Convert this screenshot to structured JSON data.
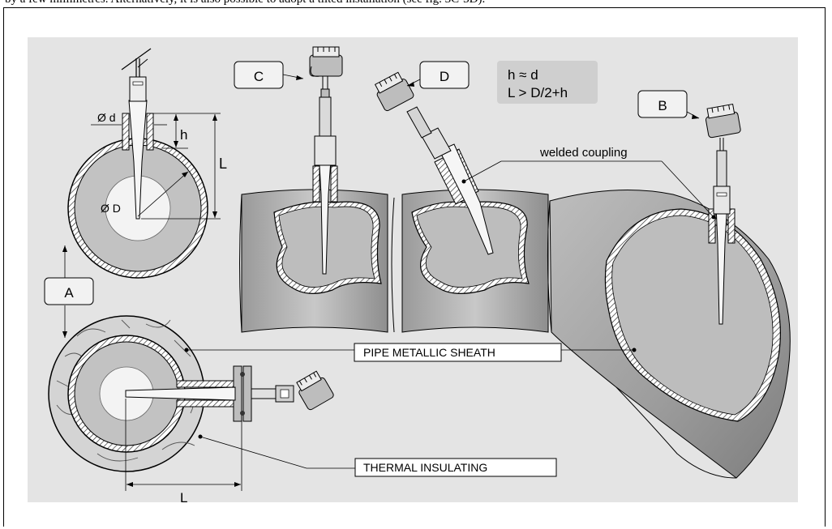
{
  "top_text": "by a few millimetres. Alternatively, it is also possible to adopt a tilted installation (see fig. 3C-3D).",
  "callouts": {
    "a": "A",
    "b": "B",
    "c": "C",
    "d": "D"
  },
  "formula": {
    "line1": "h ≈ d",
    "line2": "L > D/2+h"
  },
  "dims": {
    "small_d": "Ø d",
    "big_d": "Ø D",
    "h": "h",
    "L_top": "L",
    "L_bottom": "L"
  },
  "labels": {
    "welded_coupling": "welded coupling",
    "pipe_sheath": "PIPE METALLIC SHEATH",
    "thermal_insulating": "THERMAL INSULATING"
  },
  "colors": {
    "panel": "#e4e4e4",
    "pipe_outer": "#a6a6a6",
    "pipe_inner": "#dcdcdc",
    "formula_bg": "#cfcfcf"
  }
}
